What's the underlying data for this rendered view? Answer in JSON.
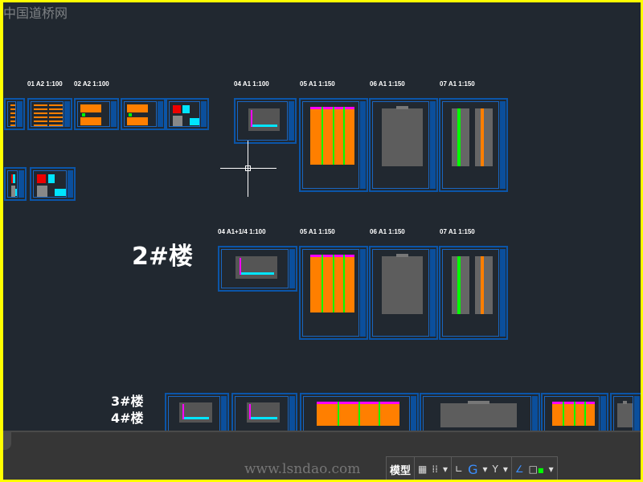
{
  "watermark_top": "中国道桥网",
  "watermark_bottom": "www.lsndao.com",
  "row1_labels": [
    "01 A2 1:100",
    "02 A2 1:100",
    "04 A1 1:100",
    "05 A1 1:150",
    "06 A1 1:150",
    "07 A1 1:150"
  ],
  "row2_labels": [
    "04 A1+1/4 1:100",
    "05 A1 1:150",
    "06 A1 1:150",
    "07 A1 1:150"
  ],
  "building_2": "2#楼",
  "building_3": "3#楼",
  "building_4": "4#楼",
  "status": {
    "model_tab": "模型",
    "grid_icon": "grid-icon",
    "snap_icon": "snap-icon",
    "ortho_icon": "ortho-icon",
    "polar_icon": "polar-icon",
    "osnap_icon": "object-snap-icon"
  },
  "colors": {
    "sheet_frame": "#0b55a8",
    "canvas": "#212830",
    "orange": "#ff7f00",
    "cyan": "#00e5ff",
    "magenta": "#ff00ff",
    "green": "#00ff00"
  }
}
